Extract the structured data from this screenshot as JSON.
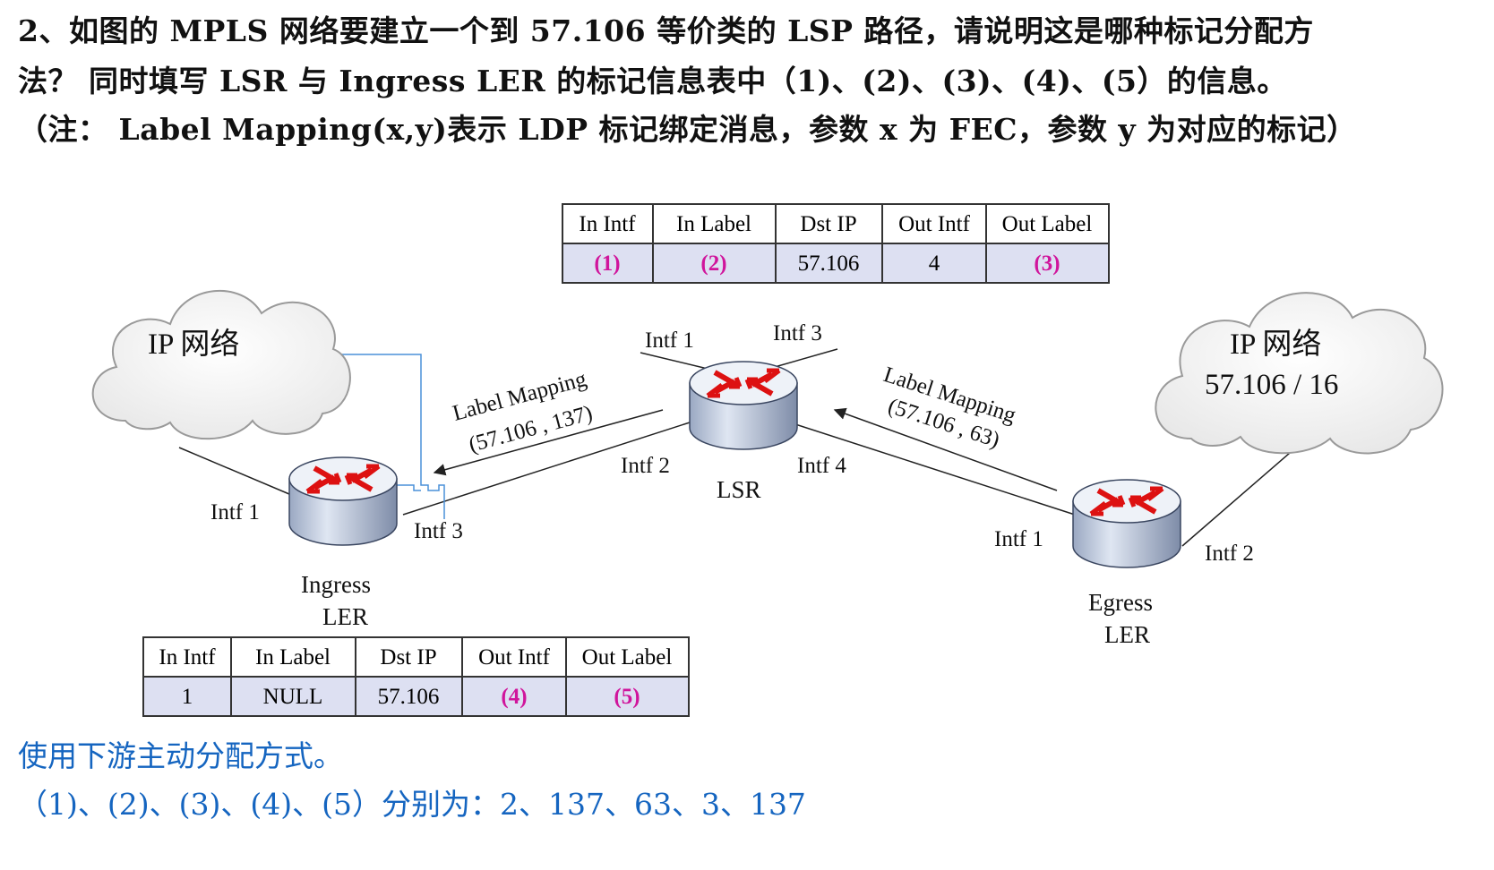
{
  "question": {
    "line1": "2、如图的 MPLS 网络要建立一个到 57.106 等价类的 LSP 路径，请说明这是哪种标记分配方",
    "line2": "法？   同时填写 LSR 与 Ingress LER 的标记信息表中（1)、(2)、(3)、(4)、(5）的信息。",
    "line3": "（注： Label Mapping(x,y)表示 LDP 标记绑定消息，参数 x 为 FEC，参数 y 为对应的标记）"
  },
  "answer": {
    "line1": "使用下游主动分配方式。",
    "line2": "（1)、(2)、(3)、(4)、(5）分别为：2、137、63、3、137"
  },
  "colors": {
    "blank": "#d0159c",
    "answer": "#1565c0",
    "table_row": "#dde0f2"
  },
  "lsr_table": {
    "headers": [
      "In Intf",
      "In Label",
      "Dst IP",
      "Out Intf",
      "Out Label"
    ],
    "row": [
      "(1)",
      "(2)",
      "57.106",
      "4",
      "(3)"
    ]
  },
  "ingress_table": {
    "headers": [
      "In Intf",
      "In Label",
      "Dst IP",
      "Out Intf",
      "Out Label"
    ],
    "row": [
      "1",
      "NULL",
      "57.106",
      "(4)",
      "(5)"
    ]
  },
  "diagram": {
    "cloud_left": "IP 网络",
    "cloud_right_1": "IP 网络",
    "cloud_right_2": "57.106 / 16",
    "lsr_name": "LSR",
    "ingress_name_1": "Ingress",
    "ingress_name_2": "LER",
    "egress_name_1": "Egress",
    "egress_name_2": "LER",
    "ingress_intf1": "Intf  1",
    "ingress_intf3": "Intf  3",
    "lsr_intf1": "Intf  1",
    "lsr_intf3": "Intf  3",
    "lsr_intf2": "Intf  2",
    "lsr_intf4": "Intf  4",
    "egress_intf1": "Intf  1",
    "egress_intf2": "Intf  2",
    "msg_left_1": "Label Mapping",
    "msg_left_2": "(57.106 , 137)",
    "msg_right_1": "Label Mapping",
    "msg_right_2": "(57.106 , 63)"
  }
}
